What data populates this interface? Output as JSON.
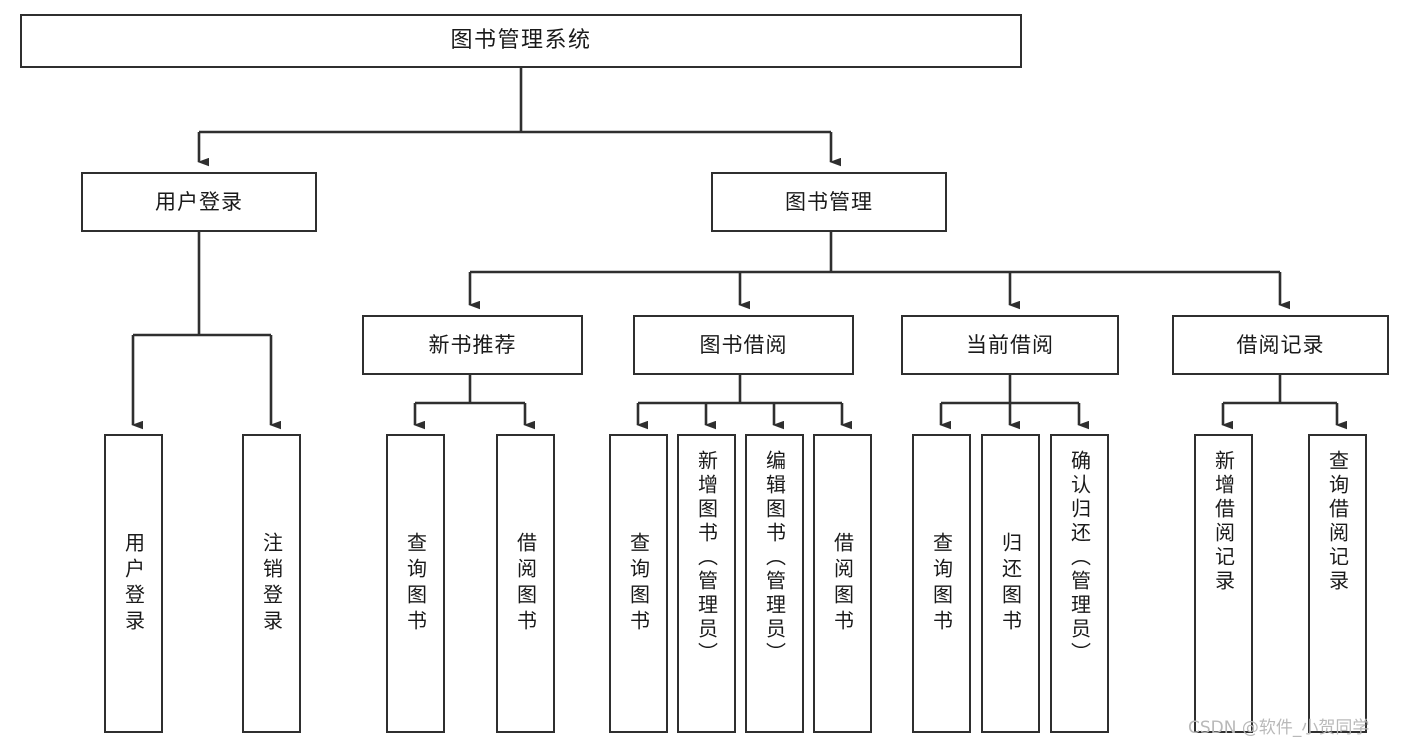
{
  "diagram": {
    "type": "tree",
    "title": "图书管理系统",
    "orientation": "top-down",
    "colors": {
      "box_border": "#2f2f2f",
      "box_fill": "#ffffff",
      "edge": "#2f2f2f",
      "text": "#1a1a1a",
      "watermark": "#b9b9b9",
      "background": "#ffffff"
    },
    "root": {
      "id": "root",
      "label": "图书管理系统"
    },
    "level2": [
      {
        "id": "n_user_login",
        "label": "用户登录"
      },
      {
        "id": "n_book_manage",
        "label": "图书管理"
      }
    ],
    "level3": [
      {
        "id": "n_new_book_rec",
        "label": "新书推荐",
        "parent": "n_book_manage"
      },
      {
        "id": "n_book_borrow",
        "label": "图书借阅",
        "parent": "n_book_manage"
      },
      {
        "id": "n_current_borrow",
        "label": "当前借阅",
        "parent": "n_book_manage"
      },
      {
        "id": "n_borrow_record",
        "label": "借阅记录",
        "parent": "n_book_manage"
      }
    ],
    "leaves": [
      {
        "id": "l_user_login",
        "label": "用户登录",
        "parent": "n_user_login"
      },
      {
        "id": "l_user_logout",
        "label": "注销登录",
        "parent": "n_user_login"
      },
      {
        "id": "l_query_book_1",
        "label": "查询图书",
        "parent": "n_new_book_rec"
      },
      {
        "id": "l_borrow_book_1",
        "label": "借阅图书",
        "parent": "n_new_book_rec"
      },
      {
        "id": "l_query_book_2",
        "label": "查询图书",
        "parent": "n_book_borrow"
      },
      {
        "id": "l_add_book",
        "label": "新增图书（管理员）",
        "parent": "n_book_borrow"
      },
      {
        "id": "l_edit_book",
        "label": "编辑图书（管理员）",
        "parent": "n_book_borrow"
      },
      {
        "id": "l_borrow_book_2",
        "label": "借阅图书",
        "parent": "n_book_borrow"
      },
      {
        "id": "l_query_book_3",
        "label": "查询图书",
        "parent": "n_current_borrow"
      },
      {
        "id": "l_return_book",
        "label": "归还图书",
        "parent": "n_current_borrow"
      },
      {
        "id": "l_confirm_return",
        "label": "确认归还（管理员）",
        "parent": "n_current_borrow"
      },
      {
        "id": "l_add_record",
        "label": "新增借阅记录",
        "parent": "n_borrow_record"
      },
      {
        "id": "l_query_record",
        "label": "查询借阅记录",
        "parent": "n_borrow_record"
      }
    ]
  },
  "watermark": {
    "text": "CSDN @软件_小贺同学"
  }
}
